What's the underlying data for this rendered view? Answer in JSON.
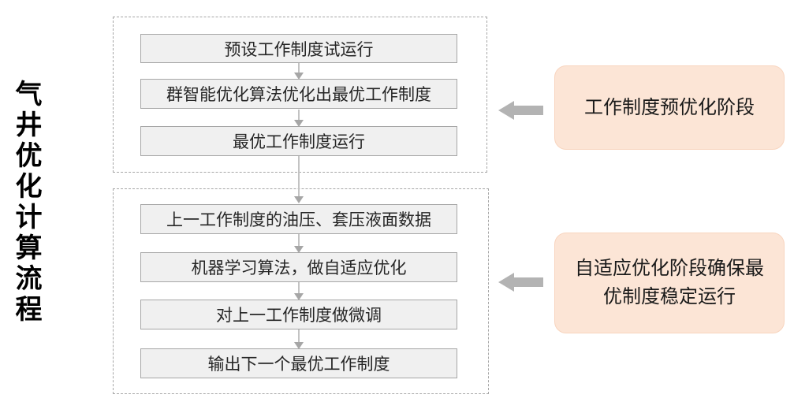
{
  "title": "气井优化计算流程",
  "stage1": {
    "steps": [
      "预设工作制度试运行",
      "群智能优化算法优化出最优工作制度",
      "最优工作制度运行"
    ],
    "callout": "工作制度预优化阶段"
  },
  "stage2": {
    "steps": [
      "上一工作制度的油压、套压液面数据",
      "机器学习算法，做自适应优化",
      "对上一工作制度做微调",
      "输出下一个最优工作制度"
    ],
    "callout": "自适应优化阶段确保最优制度稳定运行"
  },
  "colors": {
    "step_fill": "#f0f0f0",
    "step_border": "#a6a6a6",
    "container_border": "#a6a6a6",
    "callout_fill": "#fce5d6",
    "callout_border": "#f8d5bf",
    "arrow_gray": "#b3b3b3",
    "arrow_line": "#c3c3c3",
    "arrow_head": "#a6a6a6"
  }
}
